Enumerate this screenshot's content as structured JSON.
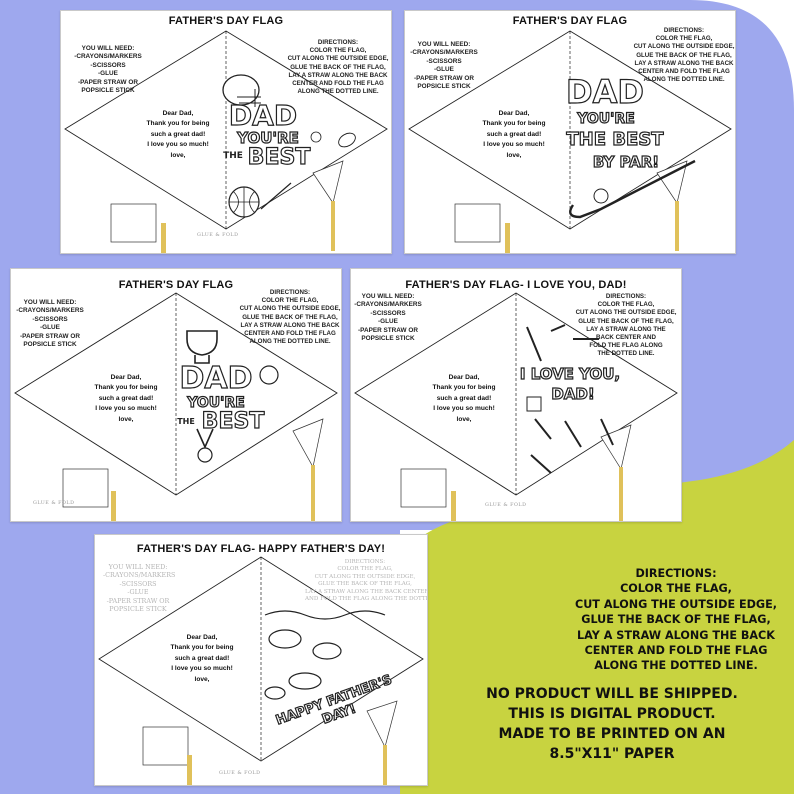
{
  "colors": {
    "periwinkle": "#9ea8ee",
    "lime": "#c8d340",
    "stick": "#e0c15a"
  },
  "flags": [
    {
      "title": "FATHER'S DAY FLAG",
      "need": [
        "YOU WILL NEED:",
        "-CRAYONS/MARKERS",
        "-SCISSORS",
        "-GLUE",
        "-PAPER STRAW OR",
        "POPSICLE STICK"
      ],
      "dirs": [
        "DIRECTIONS:",
        "COLOR THE FLAG,",
        "CUT ALONG THE OUTSIDE EDGE,",
        "GLUE THE BACK OF THE FLAG,",
        "LAY A STRAW ALONG THE BACK",
        "CENTER AND FOLD THE FLAG",
        "ALONG THE DOTTED LINE."
      ],
      "letter": [
        "Dear Dad,",
        "Thank you for being",
        "such a great dad!",
        "I love you so much!",
        "love,"
      ],
      "art": [
        "DAD",
        "YOU'RE",
        "THE",
        "BEST"
      ],
      "glue": "GLUE & FOLD"
    },
    {
      "title": "FATHER'S DAY FLAG",
      "need": [
        "YOU WILL NEED:",
        "-CRAYONS/MARKERS",
        "-SCISSORS",
        "-GLUE",
        "-PAPER STRAW OR",
        "POPSICLE STICK"
      ],
      "dirs": [
        "DIRECTIONS:",
        "COLOR THE FLAG,",
        "CUT ALONG THE OUTSIDE EDGE,",
        "GLUE THE BACK OF THE FLAG,",
        "LAY A STRAW ALONG THE BACK",
        "CENTER AND FOLD THE FLAG",
        "ALONG THE DOTTED LINE."
      ],
      "letter": [
        "Dear Dad,",
        "Thank you for being",
        "such a great dad!",
        "I love you so much!",
        "love,"
      ],
      "art": [
        "DAD",
        "YOU'RE",
        "THE BEST",
        "BY PAR!"
      ]
    },
    {
      "title": "FATHER'S DAY FLAG",
      "need": [
        "YOU WILL NEED:",
        "-CRAYONS/MARKERS",
        "-SCISSORS",
        "-GLUE",
        "-PAPER STRAW OR",
        "POPSICLE STICK"
      ],
      "dirs": [
        "DIRECTIONS:",
        "COLOR THE FLAG,",
        "CUT ALONG THE OUTSIDE EDGE,",
        "GLUE THE BACK OF THE FLAG,",
        "LAY A STRAW ALONG THE BACK",
        "CENTER AND FOLD THE FLAG",
        "ALONG THE DOTTED LINE."
      ],
      "letter": [
        "Dear Dad,",
        "Thank you for being",
        "such a great dad!",
        "I love you so much!",
        "love,"
      ],
      "art": [
        "DAD",
        "YOU'RE",
        "THE",
        "BEST"
      ],
      "glue": "GLUE & FOLD"
    },
    {
      "title": "FATHER'S DAY FLAG- I LOVE YOU, DAD!",
      "need": [
        "YOU WILL NEED:",
        "-CRAYONS/MARKERS",
        "-SCISSORS",
        "-GLUE",
        "-PAPER STRAW OR",
        "POPSICLE STICK"
      ],
      "dirs": [
        "DIRECTIONS:",
        "COLOR THE FLAG,",
        "CUT ALONG THE OUTSIDE EDGE,",
        "GLUE THE BACK OF THE FLAG,",
        "LAY A STRAW ALONG THE",
        "BACK CENTER AND",
        "FOLD THE FLAG ALONG",
        "THE DOTTED LINE."
      ],
      "letter": [
        "Dear Dad,",
        "Thank you for being",
        "such a great dad!",
        "I love you so much!",
        "love,"
      ],
      "art": [
        "I LOVE YOU,",
        "DAD!"
      ],
      "glue": "GLUE & FOLD"
    },
    {
      "title": "FATHER'S DAY FLAG- HAPPY FATHER'S DAY!",
      "need": [
        "YOU WILL NEED:",
        "-CRAYONS/MARKERS",
        "-SCISSORS",
        "-GLUE",
        "-PAPER STRAW OR",
        "POPSICLE STICK"
      ],
      "dirs": [
        "DIRECTIONS:",
        "COLOR THE FLAG,",
        "CUT ALONG THE OUTSIDE EDGE,",
        "GLUE THE BACK OF THE FLAG,",
        "LAY A STRAW ALONG THE BACK CENTER",
        "AND FOLD THE FLAG ALONG THE DOTTED LINE."
      ],
      "letter": [
        "Dear Dad,",
        "Thank you for being",
        "such a great dad!",
        "I love you so much!",
        "love,"
      ],
      "art": [
        "HAPPY FATHER'S DAY!"
      ],
      "glue": "GLUE & FOLD"
    }
  ],
  "directions": [
    "DIRECTIONS:",
    "COLOR THE FLAG,",
    "CUT ALONG THE OUTSIDE EDGE,",
    "GLUE THE BACK OF THE FLAG,",
    "LAY A STRAW ALONG THE BACK",
    "CENTER AND FOLD THE FLAG",
    "ALONG THE DOTTED LINE."
  ],
  "notice": [
    "NO PRODUCT WILL BE SHIPPED.",
    "THIS IS DIGITAL PRODUCT.",
    "MADE TO BE PRINTED ON AN",
    "8.5\"X11\" PAPER"
  ]
}
